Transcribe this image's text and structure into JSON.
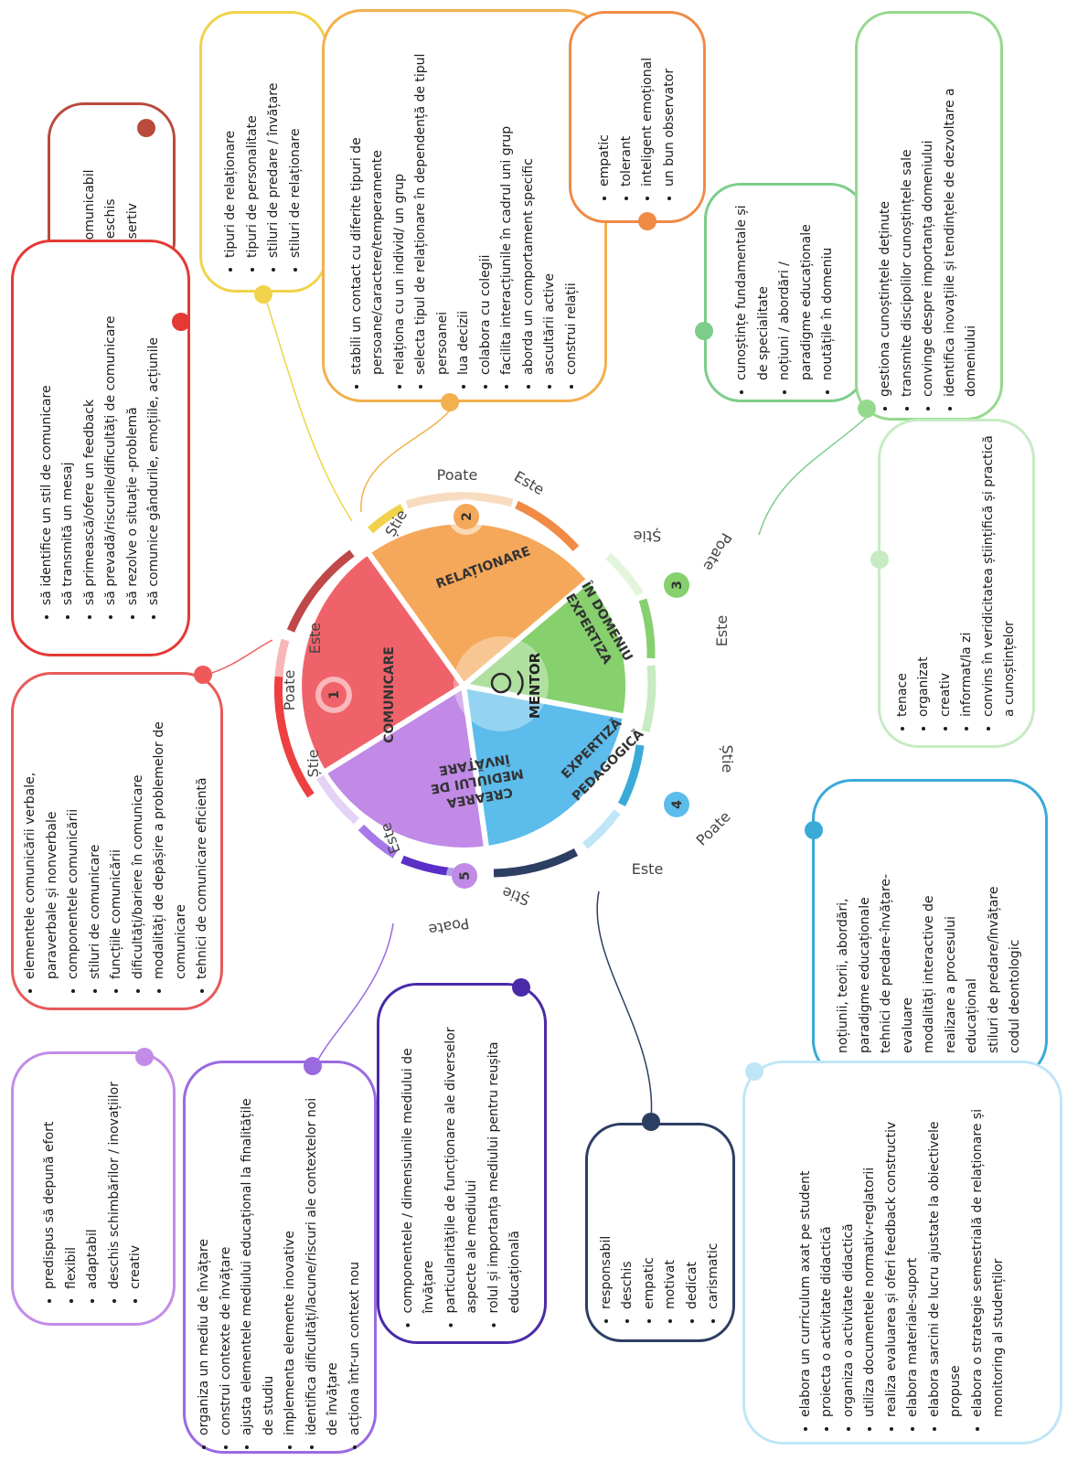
{
  "center": {
    "label": "MENTOR"
  },
  "petals": [
    {
      "num": "1",
      "name": "COMUNICARE",
      "color": "#f0626a",
      "este": "Este",
      "poate": "Poate",
      "stie": "Știe"
    },
    {
      "num": "2",
      "name": "RELAȚIONARE",
      "color": "#f5a85a",
      "este": "Este",
      "poate": "Poate",
      "stie": "Știe"
    },
    {
      "num": "3",
      "name_line1": "EXPERTIZA",
      "name_line2": "ÎN DOMENIU",
      "color": "#86d06d",
      "este": "Este",
      "poate": "Poate",
      "stie": "Știe"
    },
    {
      "num": "4",
      "name_line1": "EXPERTIZĂ",
      "name_line2": "PEDAGOGICĂ",
      "color": "#5cbcec",
      "este": "Este",
      "poate": "Poate",
      "stie": "Știe"
    },
    {
      "num": "5",
      "name_line1": "CREAREA",
      "name_line2": "MEDIULUI DE",
      "name_line3": "ÎNVĂȚARE",
      "color": "#c08ae6",
      "este": "Este",
      "poate": "Poate",
      "stie": "Știe"
    }
  ],
  "boxes": {
    "comm_este": [
      "comunicabil",
      "deschis",
      "asertiv"
    ],
    "comm_poate": [
      "să identifice un stil de comunicare",
      "să transmită un mesaj",
      "să primească/ofere un feedback",
      "să prevadă/riscurile/dificultăți de comunicare",
      "să rezolve o situație -problemă",
      "să comunice gândurile, emoțiile, acțiunile"
    ],
    "comm_stie": [
      "elementele comunicării verbale, paraverbale și nonverbale",
      "componentele comunicării",
      "stiluri de comunicare",
      "funcțiile comunicării",
      "dificultăți/bariere în comunicare",
      "modalități de depășire a problemelor de comunicare",
      "tehnici de comunicare eficientă"
    ],
    "rel_stie": [
      "tipuri de relaționare",
      "tipuri de personalitate",
      "stiluri de predare / învățare",
      "stiluri de relaționare"
    ],
    "rel_poate": [
      "stabili un contact cu diferite tipuri de persoane/caractere/temperamente",
      "relaționa cu un individ/ un grup",
      "selecta tipul de relaționare în dependență de tipul persoanei",
      "lua decizii",
      "colabora cu colegii",
      "facilita interacțiunile în cadrul uni grup",
      "aborda un comportament specific",
      "ascultării active",
      "construi relații"
    ],
    "rel_este": [
      "empatic",
      "tolerant",
      "inteligent emoțional",
      "un bun observator"
    ],
    "dom_stie": [
      "cunoștințe fundamentale și de specialitate",
      "noțiuni / abordări / paradigme educaționale",
      "noutățile în domeniu"
    ],
    "dom_poate": [
      "gestiona cunoștințele deținute",
      "transmite discipolilor cunoștințele sale",
      "convinge despre importanța domeniului",
      "identifica inovațiile și tendințele de dezvoltare a domeniului"
    ],
    "dom_este": [
      "tenace",
      "organizat",
      "creativ",
      "informat/la zi",
      "convins în veridicitatea științifică și practică a cunoștințelor"
    ],
    "ped_stie": [
      "noțiunii, teorii, abordări, paradigme educaționale",
      "tehnici de predare-învățare-evaluare",
      "modalități interactive de realizare a procesului educațional",
      "stiluri de predare/învățare",
      "codul deontologic"
    ],
    "ped_poate": [
      "elabora un curriculum axat pe student",
      "proiecta o activitate didactică",
      "organiza o activitate didactică",
      "utiliza documentele normativ-reglatorii",
      "realiza evaluarea și oferi feedback constructiv",
      "elabora materiale-suport",
      "elabora sarcini de lucru ajustate la obiectivele propuse",
      "elabora o strategie semestrială de relaționare și monitoring al studenților"
    ],
    "ped_este": [
      "responsabil",
      "deschis",
      "empatic",
      "motivat",
      "dedicat",
      "carismatic"
    ],
    "med_stie": [
      "componentele / dimensiunile mediului de învățare",
      "particularitățile de funcționare ale diverselor aspecte ale mediului",
      "rolul și importanța mediului pentru reușita educațională"
    ],
    "med_poate": [
      "organiza un mediu de învățare",
      "construi contexte de învățare",
      "ajusta elementele mediului educațional la finalitățile de studiu",
      "implementa elemente inovative",
      "identifica dificultăți/lacune/riscuri ale contextelor noi de învățare",
      "acționa într-un context nou"
    ],
    "med_este": [
      "predispus să depună efort",
      "flexibil",
      "adaptabil",
      "deschis schimbărilor / inovațiilor",
      "creativ"
    ]
  }
}
